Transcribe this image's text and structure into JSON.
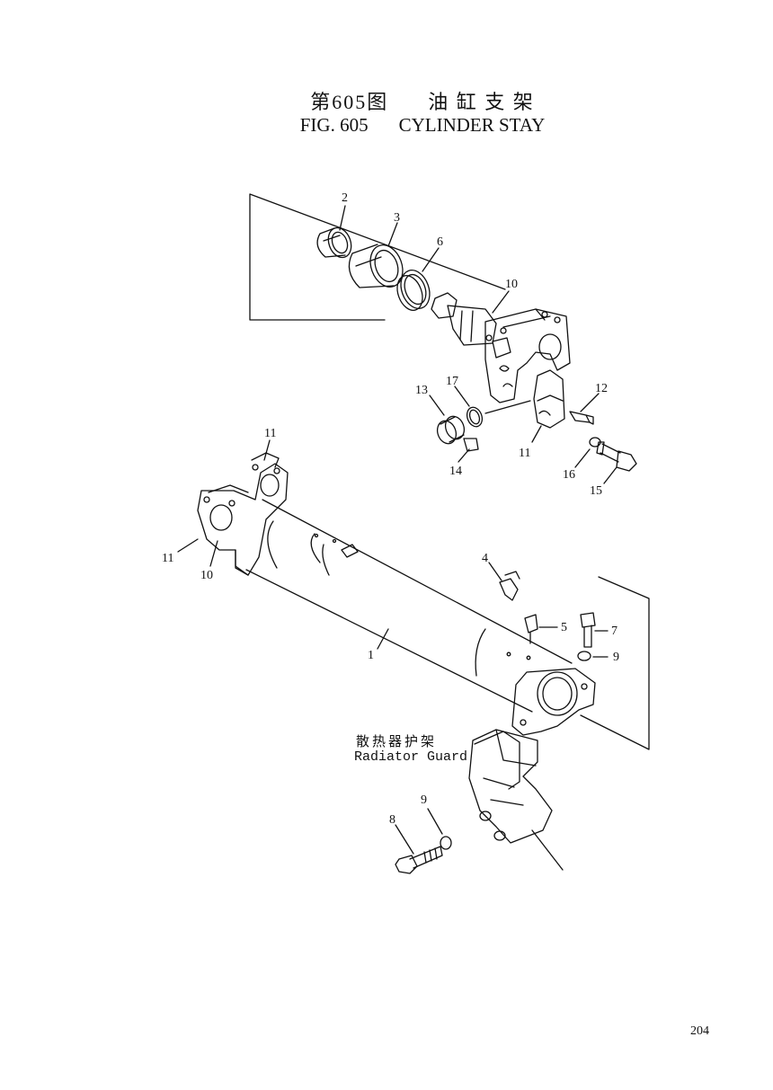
{
  "title": {
    "fig_cn": "第605图",
    "name_cn": "油 缸 支 架",
    "fig_en": "FIG. 605",
    "name_en": "CYLINDER STAY"
  },
  "callouts": [
    {
      "id": "c2",
      "text": "2"
    },
    {
      "id": "c3",
      "text": "3"
    },
    {
      "id": "c6",
      "text": "6"
    },
    {
      "id": "c10a",
      "text": "10"
    },
    {
      "id": "c13",
      "text": "13"
    },
    {
      "id": "c17",
      "text": "17"
    },
    {
      "id": "c12",
      "text": "12"
    },
    {
      "id": "c11a",
      "text": "11"
    },
    {
      "id": "c14",
      "text": "14"
    },
    {
      "id": "c16",
      "text": "16"
    },
    {
      "id": "c15",
      "text": "15"
    },
    {
      "id": "c11b",
      "text": "11"
    },
    {
      "id": "c11c",
      "text": "11"
    },
    {
      "id": "c10b",
      "text": "10"
    },
    {
      "id": "c4",
      "text": "4"
    },
    {
      "id": "c5",
      "text": "5"
    },
    {
      "id": "c7",
      "text": "7"
    },
    {
      "id": "c9a",
      "text": "9"
    },
    {
      "id": "c1",
      "text": "1"
    },
    {
      "id": "c9b",
      "text": "9"
    },
    {
      "id": "c8",
      "text": "8"
    }
  ],
  "radiator_guard": {
    "label_cn": "散热器护架",
    "label_en": "Radiator Guard"
  },
  "page_number": "204"
}
